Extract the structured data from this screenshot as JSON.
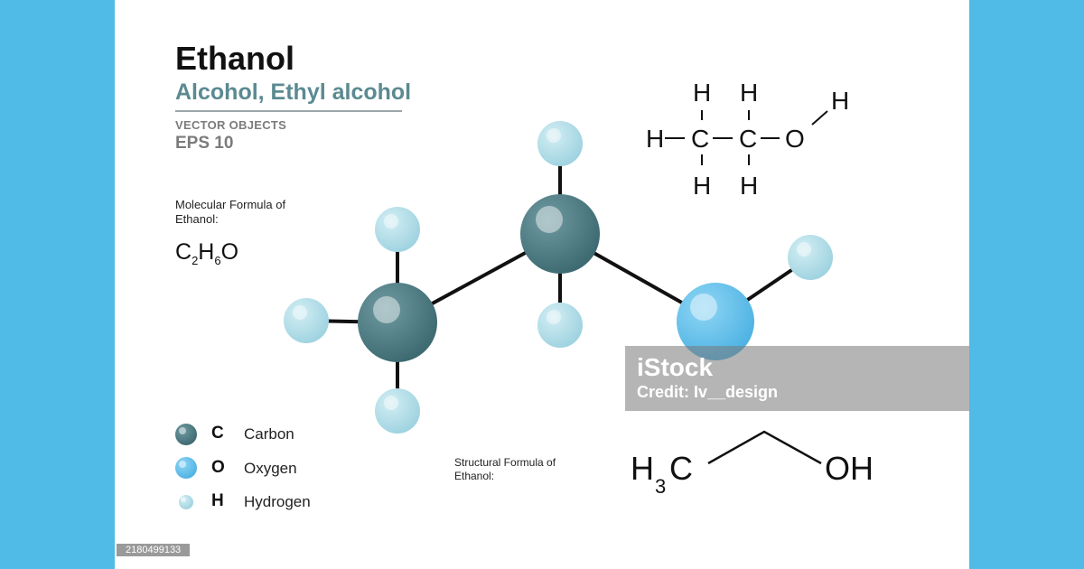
{
  "header": {
    "title": "Ethanol",
    "subtitle": "Alcohol, Ethyl alcohol",
    "vector_label": "VECTOR OBJECTS",
    "eps_label": "EPS 10"
  },
  "molecular_formula": {
    "label": "Molecular Formula of Ethanol:",
    "c": "C",
    "c_count": "2",
    "h": "H",
    "h_count": "6",
    "o": "O"
  },
  "structural_formula": {
    "label": "Structural  Formula of Ethanol:",
    "left_group": "H",
    "left_sub": "3",
    "left_c": "C",
    "right_group": "OH"
  },
  "lewis_structure": {
    "h": "H",
    "c": "C",
    "o": "O",
    "dash": "–"
  },
  "legend": [
    {
      "symbol": "C",
      "name": "Carbon",
      "color": "#4e7d85"
    },
    {
      "symbol": "O",
      "name": "Oxygen",
      "color": "#6cc6ee"
    },
    {
      "symbol": "H",
      "name": "Hydrogen",
      "color": "#b6e1eb"
    }
  ],
  "colors": {
    "carbon": "#4e7d85",
    "oxygen": "#6cc6ee",
    "hydrogen": "#b6e1eb",
    "side_bars": "#4fbbe6",
    "bond": "#111111"
  },
  "watermark": {
    "brand": "iStock",
    "credit": "Credit: Iv__design"
  },
  "stock_id": "2180499133"
}
